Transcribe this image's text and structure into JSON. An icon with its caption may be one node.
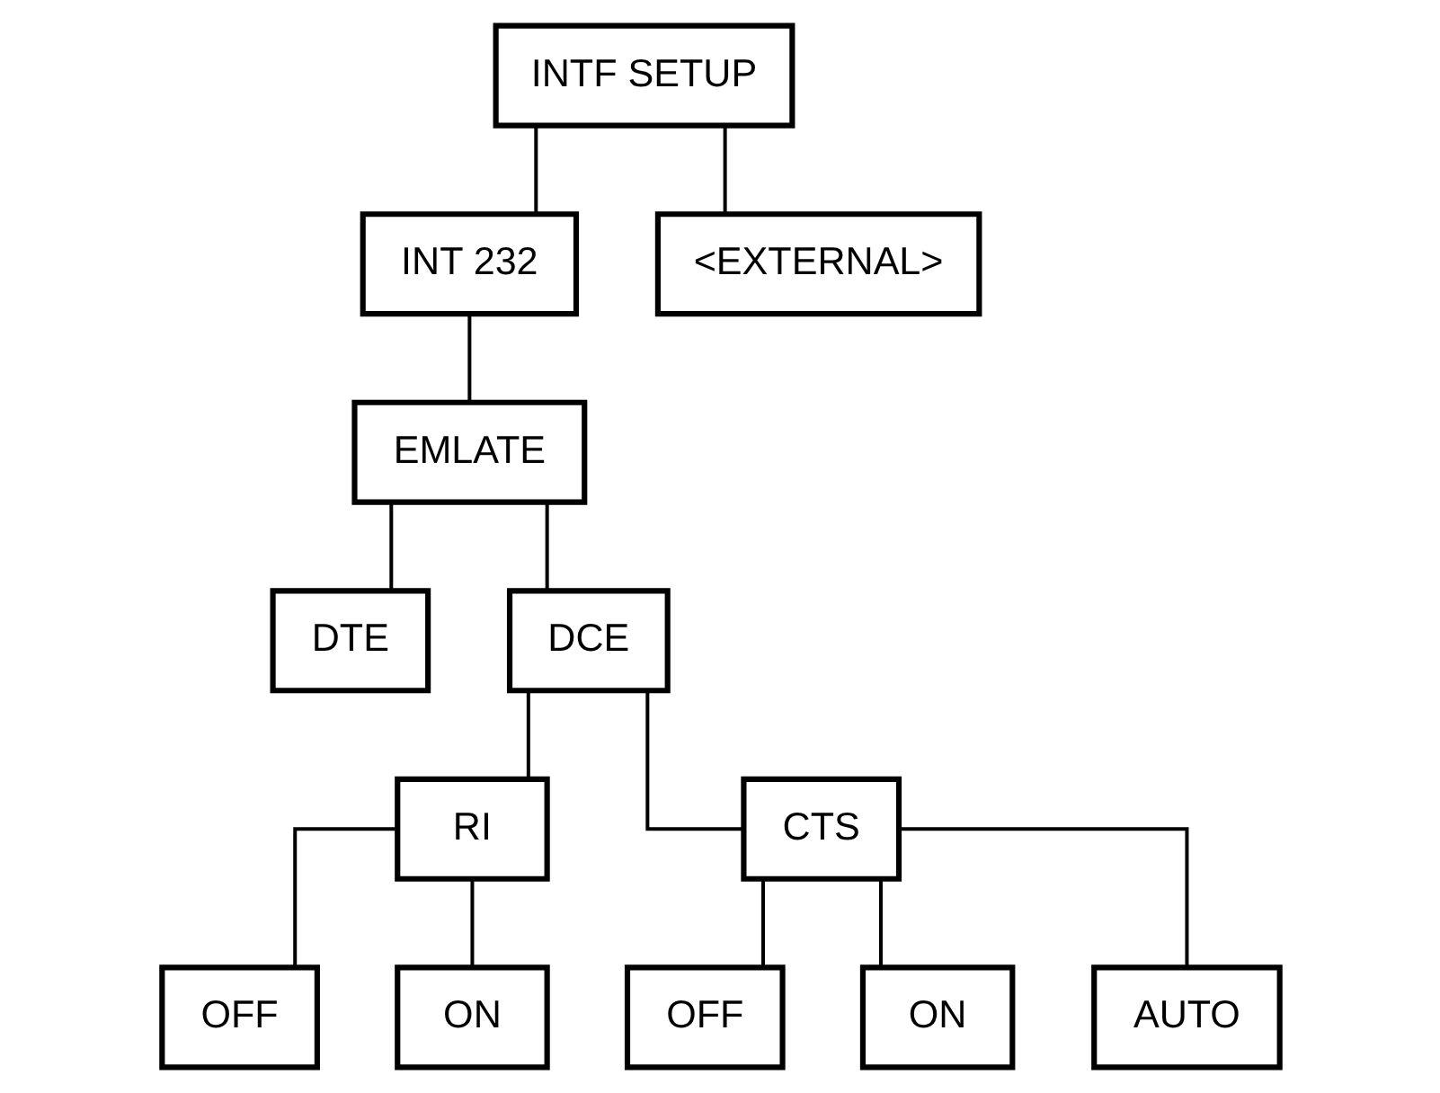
{
  "diagram": {
    "nodes": [
      {
        "text": [
          "INTF SETUP"
        ]
      },
      {
        "text": [
          "INT 232"
        ]
      },
      {
        "text": [
          "<EXTERNAL>"
        ]
      },
      {
        "text": [
          "EMLATE"
        ]
      },
      {
        "text": [
          "DTE"
        ]
      },
      {
        "text": [
          "DCE"
        ]
      },
      {
        "text": [
          "RI"
        ]
      },
      {
        "text": [
          "CTS"
        ]
      },
      {
        "text": [
          "OFF"
        ]
      },
      {
        "text": [
          "ON"
        ]
      },
      {
        "text": [
          "OFF"
        ]
      },
      {
        "text": [
          "ON"
        ]
      },
      {
        "text": [
          "AUTO"
        ]
      }
    ],
    "edges": [
      {
        "from": 0,
        "to": 1,
        "arrow": "none"
      },
      {
        "from": 0,
        "to": 2,
        "arrow": "none"
      },
      {
        "from": 1,
        "to": 3,
        "arrow": "none"
      },
      {
        "from": 3,
        "to": 4,
        "arrow": "none"
      },
      {
        "from": 3,
        "to": 5,
        "arrow": "none"
      },
      {
        "from": 5,
        "to": 6,
        "arrow": "none"
      },
      {
        "from": 5,
        "to": 7,
        "arrow": "none"
      },
      {
        "from": 6,
        "to": 8,
        "arrow": "none"
      },
      {
        "from": 6,
        "to": 9,
        "arrow": "none"
      },
      {
        "from": 7,
        "to": 10,
        "arrow": "none"
      },
      {
        "from": 7,
        "to": 11,
        "arrow": "none"
      },
      {
        "from": 7,
        "to": 12,
        "arrow": "none"
      }
    ]
  }
}
